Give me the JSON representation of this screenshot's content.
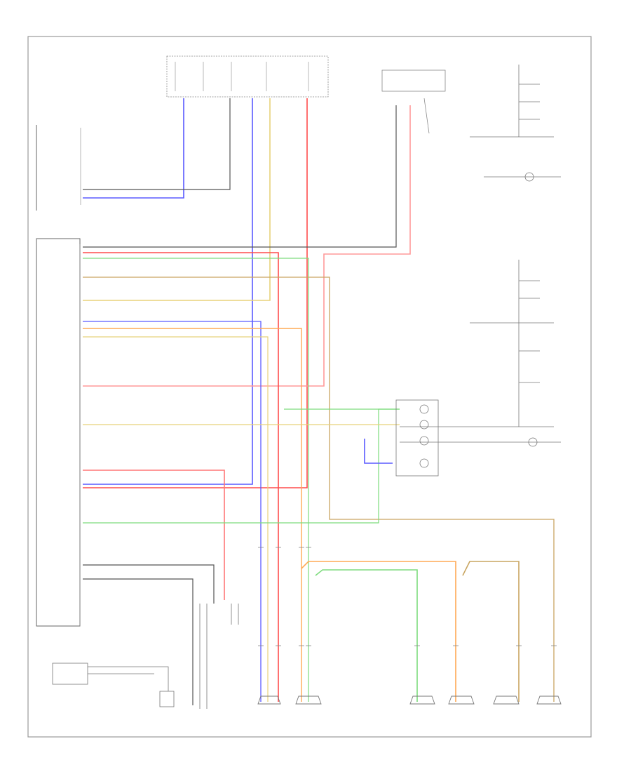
{
  "diagram": {
    "title": "",
    "footer_code": "",
    "watermark": "",
    "colors": {
      "blue": "#5a5aff",
      "red": "#ff4d4d",
      "orange": "#ffaa55",
      "yellow": "#e8d27a",
      "green": "#7ddc7d",
      "gray": "#555555",
      "pink": "#ff9a9a",
      "tan": "#c9a560"
    },
    "labels": {
      "head_unit_upper": "",
      "head_unit_lower": "",
      "antenna": "",
      "ignition_switch": "",
      "steering_switches": "",
      "key_fob": "",
      "mic": "",
      "usb_jack": "",
      "aux_jack": "",
      "clock_spring": "",
      "legend": ""
    },
    "speakers": [
      {
        "id": "front-left",
        "label": ""
      },
      {
        "id": "front-right",
        "label": ""
      },
      {
        "id": "rear-left",
        "label": ""
      },
      {
        "id": "rear-right",
        "label": ""
      },
      {
        "id": "tweeter-left",
        "label": ""
      },
      {
        "id": "tweeter-right",
        "label": ""
      }
    ]
  }
}
